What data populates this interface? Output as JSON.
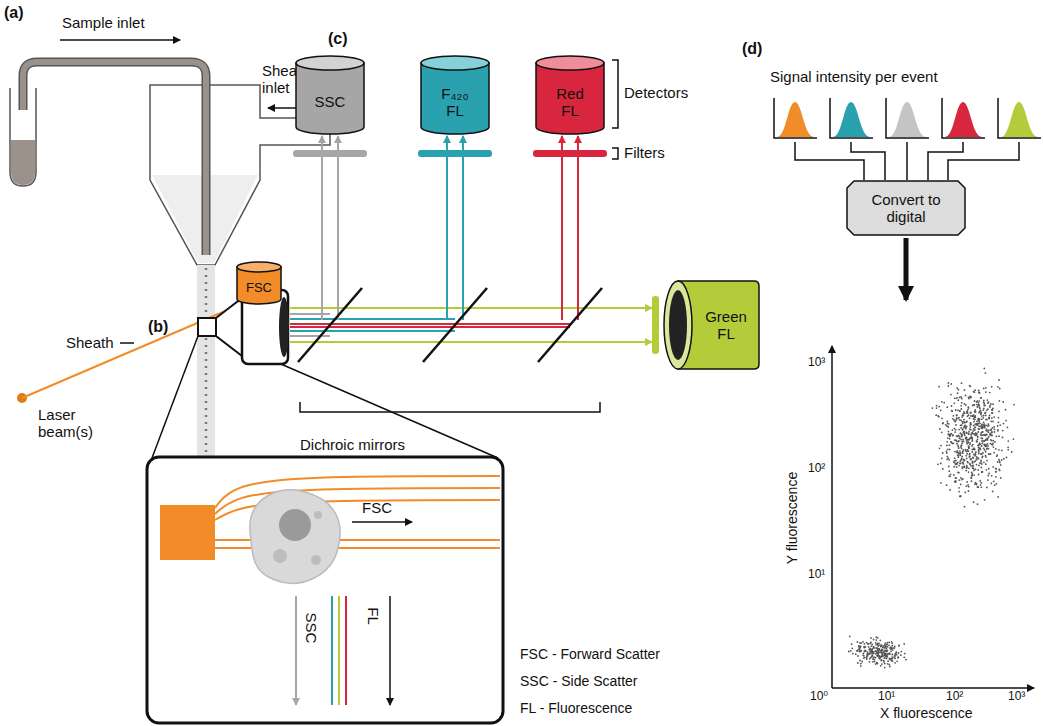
{
  "diagram": {
    "nodes": [
      {
        "text": [
          "FSC"
        ]
      },
      {
        "text": [
          "SSC"
        ]
      },
      {
        "text": [
          "F₄₂₀ FL"
        ]
      },
      {
        "text": [
          "Red FL"
        ]
      },
      {
        "text": [
          "Green FL"
        ]
      },
      {
        "text": [
          "Convert to digital"
        ]
      }
    ],
    "labels": [
      "(a)",
      "Sample inlet",
      "Sheath inlet",
      "Sheath",
      "(b)",
      "Laser beam(s)",
      "(c)",
      "Detectors",
      "Filters",
      "Dichroic mirrors",
      "FSC",
      "SSC",
      "FL",
      "FSC - Forward Scatter",
      "SSC - Side Scatter",
      "FL - Fluorescence",
      "(d)",
      "Signal intensity per event",
      "Y fluorescence",
      "X fluorescence",
      "10⁰",
      "10¹",
      "10²",
      "10³",
      "10³",
      "10²",
      "10¹"
    ]
  }
}
